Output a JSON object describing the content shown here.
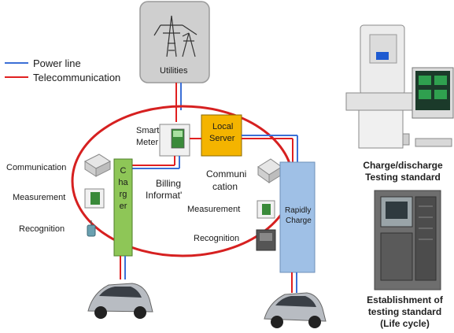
{
  "legend": {
    "power_line": {
      "label": "Power line",
      "color": "#3b6fd6"
    },
    "telecom": {
      "label": "Telecommunication",
      "color": "#e02020"
    }
  },
  "nodes": {
    "utilities": "Utilities",
    "smart_meter_1": "Smart",
    "smart_meter_2": "Meter",
    "local_server_1": "Local",
    "local_server_2": "Server",
    "billing_1": "Billing",
    "billing_2": "Informat'",
    "communi_1": "Communi",
    "communi_2": "cation",
    "left_communication": "Communication",
    "left_measurement": "Measurement",
    "left_recognition": "Recognition",
    "charger_text": "Charger",
    "right_measurement": "Measurement",
    "right_recognition": "Recognition",
    "rapidly_1": "Rapidly",
    "rapidly_2": "Charge"
  },
  "captions": {
    "charge_1": "Charge/discharge",
    "charge_2": "Testing standard",
    "estab_1": "Establishment of",
    "estab_2": "testing standard",
    "estab_3": "(Life cycle)"
  },
  "colors": {
    "server_fill": "#f4b400",
    "charger_fill": "#8ec657",
    "rapid_fill": "#9fc0e6",
    "ellipse": "#d62020",
    "utilities_fill": "#cfcfcf"
  }
}
